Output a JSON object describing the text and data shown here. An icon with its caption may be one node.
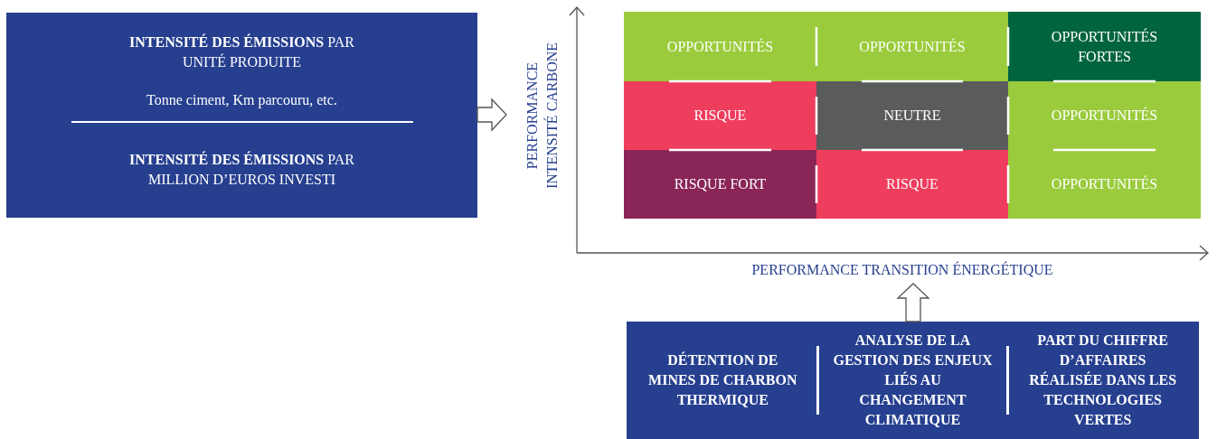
{
  "diagram": {
    "nodes": [
      {
        "text": [
          "**INTENSITÉ DES ÉMISSIONS** PAR UNITÉ PRODUITE",
          "Tonne ciment, Km parcouru, etc.",
          "**INTENSITÉ DES ÉMISSIONS** PAR MILLION D’EUROS INVESTI"
        ]
      },
      {
        "text": [
          "PERFORMANCE INTENSITÉ CARBONE"
        ]
      },
      {
        "text": [
          "OPPORTUNITÉS"
        ]
      },
      {
        "text": [
          "OPPORTUNITÉS"
        ]
      },
      {
        "text": [
          "OPPORTUNITÉS FORTES"
        ]
      },
      {
        "text": [
          "RISQUE"
        ]
      },
      {
        "text": [
          "NEUTRE"
        ]
      },
      {
        "text": [
          "OPPORTUNITÉS"
        ]
      },
      {
        "text": [
          "RISQUE FORT"
        ]
      },
      {
        "text": [
          "RISQUE"
        ]
      },
      {
        "text": [
          "OPPORTUNITÉS"
        ]
      },
      {
        "text": [
          "PERFORMANCE TRANSITION ÉNERGÉTIQUE"
        ]
      },
      {
        "text": [
          "DÉTENTION DE MINES DE CHARBON THERMIQUE",
          "ANALYSE DE LA GESTION DES ENJEUX LIÉS AU CHANGEMENT CLIMATIQUE",
          "PART DU CHIFFRE D’AFFAIRES RÉALISÉE DANS LES TECHNOLOGIES VERTES"
        ]
      }
    ],
    "edges": [
      {
        "from": 0,
        "to": 1,
        "arrow": "to"
      },
      {
        "from": 12,
        "to": 11,
        "arrow": "to"
      }
    ]
  }
}
